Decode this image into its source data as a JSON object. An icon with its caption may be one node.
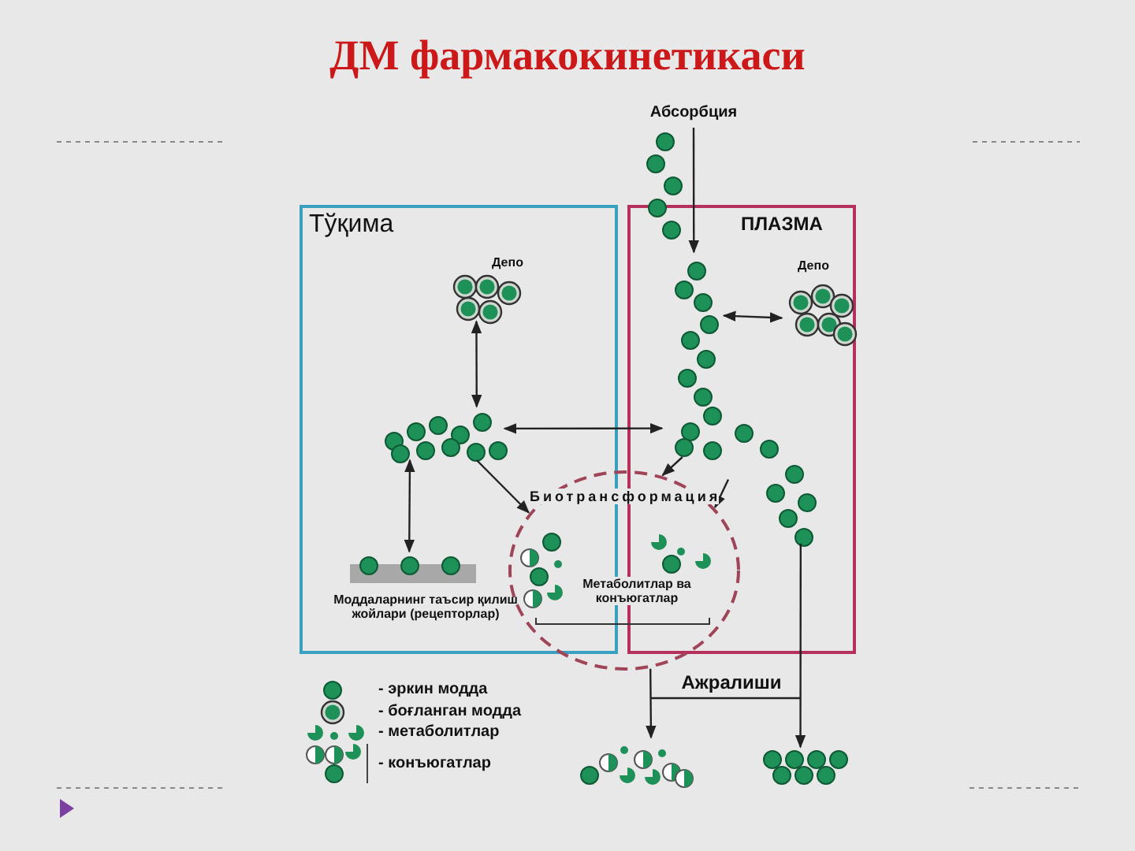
{
  "diagram": {
    "title": "ДМ фармакокинетикаси",
    "nodes": [
      {
        "text": [
          "Тўқима"
        ]
      },
      {
        "text": [
          "ПЛАЗМА"
        ]
      },
      {
        "text": [
          "Депо"
        ],
        "in": 0
      },
      {
        "text": [],
        "shape": "dots",
        "in": 0
      },
      {
        "text": [
          "Моддаларнинг таъсир қилиш жойлари (рецепторлар)"
        ],
        "in": 0
      },
      {
        "text": [
          "Абсорбция"
        ]
      },
      {
        "text": [],
        "shape": "dots",
        "in": 1
      },
      {
        "text": [
          "Депо"
        ],
        "in": 1
      },
      {
        "text": [],
        "shape": "dots",
        "in": 1
      },
      {
        "text": [
          "Биотрансформация",
          "Метаболитлар ва конъюгатлар"
        ]
      },
      {
        "text": [],
        "shape": "dots"
      },
      {
        "text": [],
        "shape": "dots"
      },
      {
        "text": [],
        "shape": "dots"
      }
    ],
    "edges": [
      {
        "from": 5,
        "to": 6,
        "arrow": "to"
      },
      {
        "from": 6,
        "to": 7,
        "arrow": "both"
      },
      {
        "from": 2,
        "to": 3,
        "arrow": "both"
      },
      {
        "from": 3,
        "to": 6,
        "arrow": "both"
      },
      {
        "from": 3,
        "to": 4,
        "arrow": "both"
      },
      {
        "from": 3,
        "to": 9,
        "arrow": "to"
      },
      {
        "from": 6,
        "to": 9,
        "arrow": "to"
      },
      {
        "from": 8,
        "to": 9,
        "arrow": "to"
      },
      {
        "from": 9,
        "to": 10,
        "arrow": "to"
      },
      {
        "from": 8,
        "to": 11,
        "arrow": "to"
      }
    ],
    "labels": [
      "Ажралиши"
    ],
    "legend": [
      {
        "text": "- эркин модда"
      },
      {
        "text": "- боғланган модда"
      },
      {
        "text": "- метаболитлар"
      },
      {
        "text": "- конъюгатлар"
      }
    ]
  }
}
